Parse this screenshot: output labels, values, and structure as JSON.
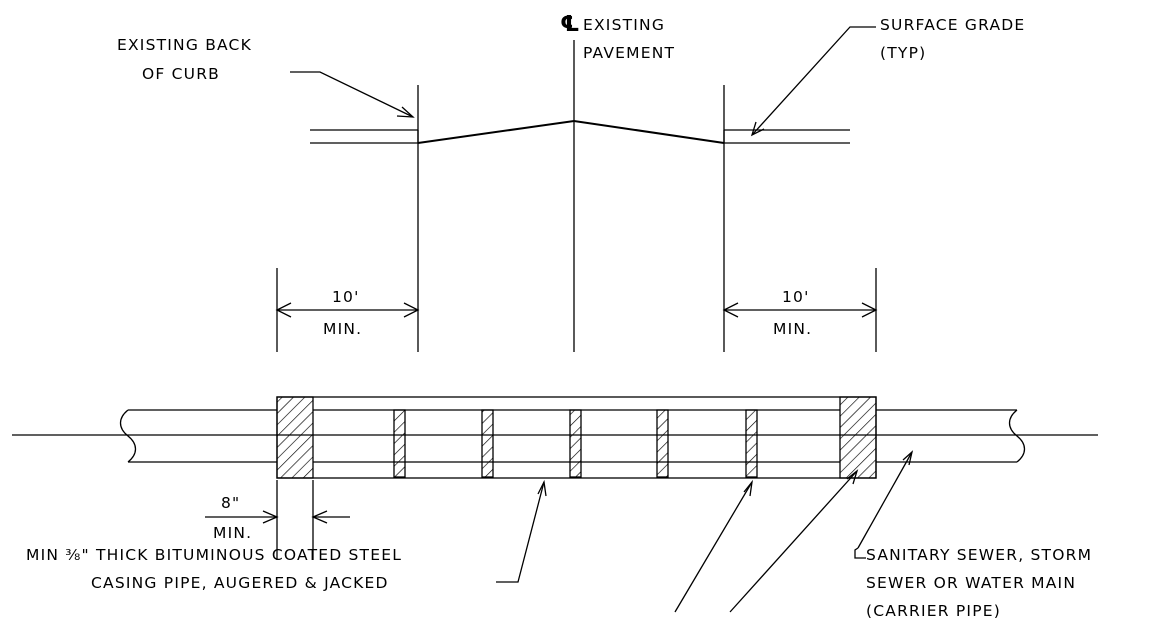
{
  "labels": {
    "back_of_curb_1": "EXISTING BACK",
    "back_of_curb_2": "OF CURB",
    "cl_symbol": "℄",
    "cl_1": "EXISTING",
    "cl_2": "PAVEMENT",
    "surface_1": "SURFACE GRADE",
    "surface_2": "(TYP)",
    "dim_left_value": "10'",
    "dim_left_min": "MIN.",
    "dim_right_value": "10'",
    "dim_right_min": "MIN.",
    "dim_bottom_value": "8\"",
    "dim_bottom_min": "MIN.",
    "casing_1": "MIN ⅜\" THICK BITUMINOUS COATED STEEL",
    "casing_2": "CASING PIPE, AUGERED & JACKED",
    "carrier_1": "SANITARY SEWER, STORM",
    "carrier_2": "SEWER OR WATER MAIN",
    "carrier_3": "(CARRIER PIPE)"
  },
  "colors": {
    "ink": "#000000",
    "background": "#ffffff"
  }
}
